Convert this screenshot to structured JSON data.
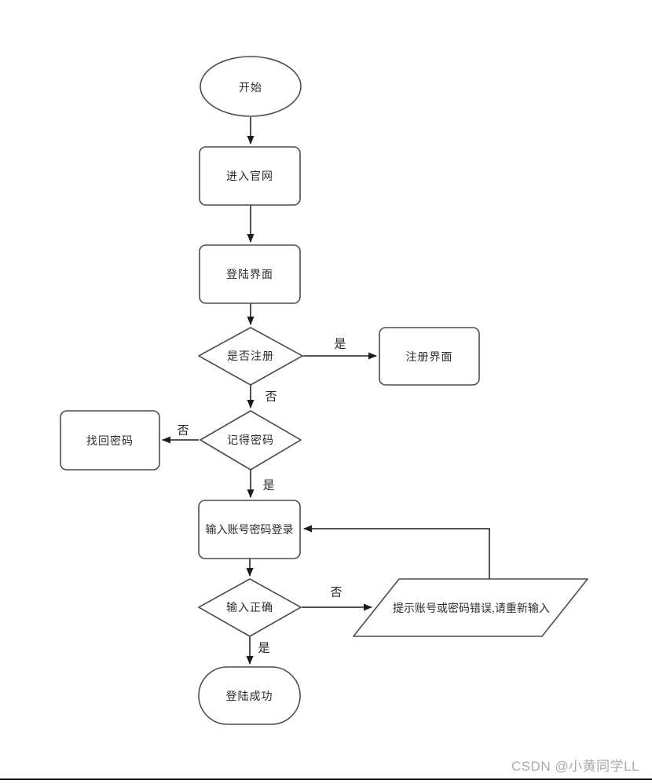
{
  "diagram": {
    "type": "flowchart",
    "nodes": [
      {
        "id": "start",
        "shape": "ellipse",
        "label": "开始"
      },
      {
        "id": "enter-site",
        "shape": "process",
        "label": "进入官网"
      },
      {
        "id": "login-page",
        "shape": "process",
        "label": "登陆界面"
      },
      {
        "id": "is-registered",
        "shape": "decision",
        "label": "是否注册"
      },
      {
        "id": "register-page",
        "shape": "process",
        "label": "注册界面"
      },
      {
        "id": "remember-password",
        "shape": "decision",
        "label": "记得密码"
      },
      {
        "id": "recover-password",
        "shape": "process",
        "label": "找回密码"
      },
      {
        "id": "enter-credentials",
        "shape": "process",
        "label": "输入账号密码登录"
      },
      {
        "id": "input-correct",
        "shape": "decision",
        "label": "输入正确"
      },
      {
        "id": "error-message",
        "shape": "parallelogram",
        "label": "提示账号或密码错误,请重新输入"
      },
      {
        "id": "login-success",
        "shape": "terminator",
        "label": "登陆成功"
      }
    ],
    "edges": [
      {
        "from": "start",
        "to": "enter-site",
        "label": ""
      },
      {
        "from": "enter-site",
        "to": "login-page",
        "label": ""
      },
      {
        "from": "login-page",
        "to": "is-registered",
        "label": ""
      },
      {
        "from": "is-registered",
        "to": "register-page",
        "label": "是"
      },
      {
        "from": "is-registered",
        "to": "remember-password",
        "label": "否"
      },
      {
        "from": "remember-password",
        "to": "recover-password",
        "label": "否"
      },
      {
        "from": "remember-password",
        "to": "enter-credentials",
        "label": "是"
      },
      {
        "from": "enter-credentials",
        "to": "input-correct",
        "label": ""
      },
      {
        "from": "input-correct",
        "to": "error-message",
        "label": "否"
      },
      {
        "from": "input-correct",
        "to": "login-success",
        "label": "是"
      },
      {
        "from": "error-message",
        "to": "enter-credentials",
        "label": ""
      }
    ]
  },
  "colors": {
    "shape_border": "#4d4d4d",
    "shape_fill": "#ffffff",
    "connector": "#3d3d3d",
    "arrowhead": "#1c1c1c",
    "text": "#2b2b2b",
    "watermark": "#a9a9a9",
    "divider": "#141414"
  },
  "watermark": {
    "text": "CSDN @小黄同学LL"
  }
}
